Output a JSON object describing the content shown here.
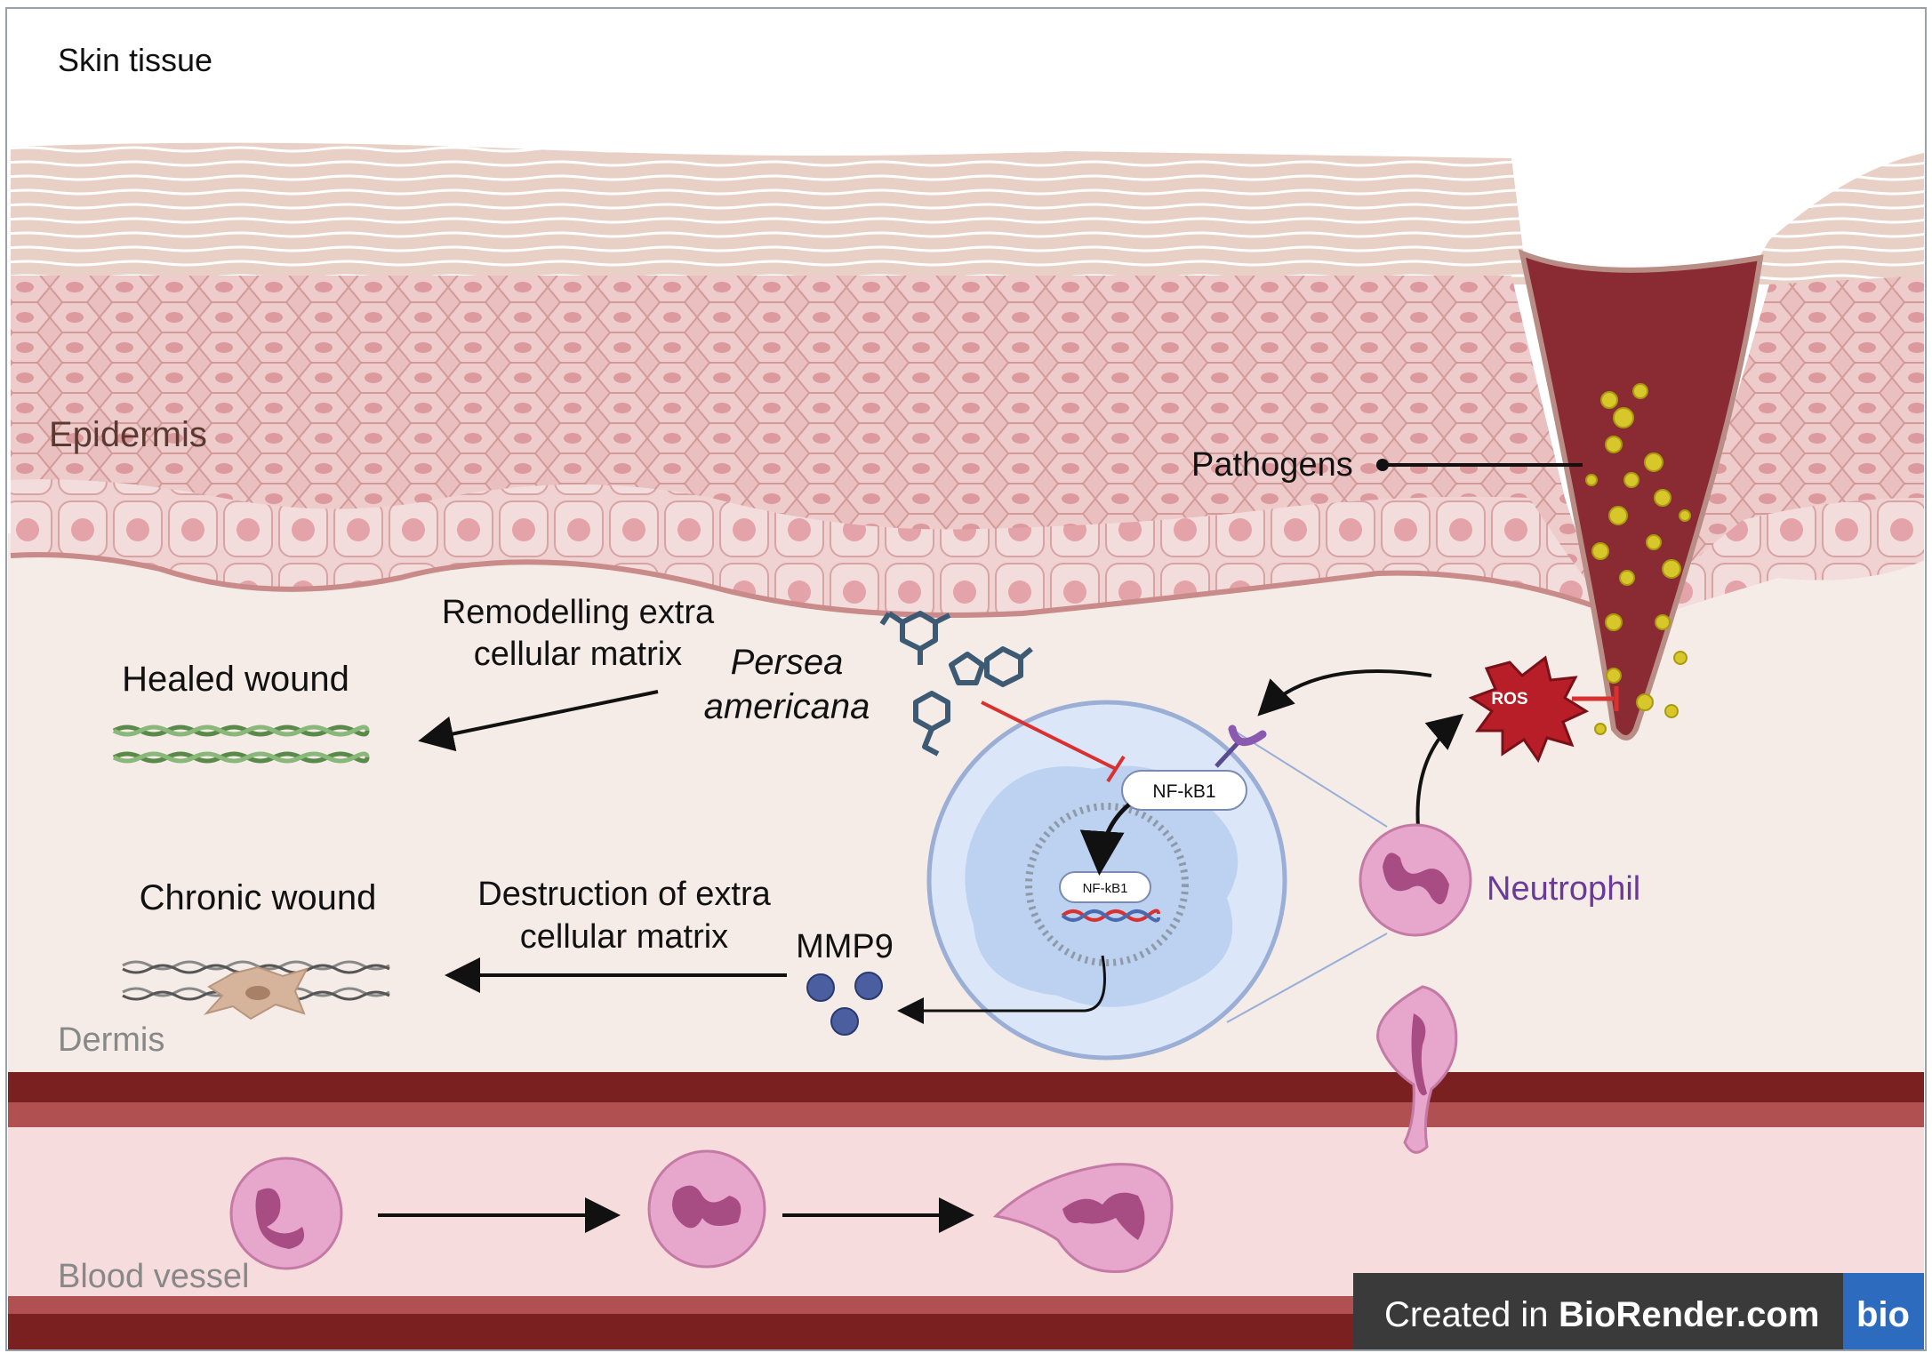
{
  "header": {
    "title": "Skin tissue"
  },
  "layers": {
    "epidermis": "Epidermis",
    "dermis": "Dermis",
    "blood_vessel": "Blood vessel"
  },
  "labels": {
    "pathogens": "Pathogens",
    "ros": "ROS",
    "neutrophil": "Neutrophil",
    "persea_line1": "Persea",
    "persea_line2": "americana",
    "nfkb1_outer": "NF-kB1",
    "nfkb1_inner": "NF-kB1",
    "mmp9": "MMP9",
    "remodelling_line1": "Remodelling extra",
    "remodelling_line2": "cellular matrix",
    "destruction_line1": "Destruction of extra",
    "destruction_line2": "cellular matrix",
    "healed_wound": "Healed wound",
    "chronic_wound": "Chronic wound"
  },
  "footer": {
    "created_prefix": "Created in",
    "brand": "BioRender.com",
    "logo": "bio"
  },
  "colors": {
    "blood": "#7a2020",
    "neutrophil_text": "#6a3a9a",
    "inhibition": "#d93030",
    "cell_fill": "#d9e6f7",
    "dermis": "#f5ece8",
    "vessel_lumen": "#f7dcde"
  }
}
